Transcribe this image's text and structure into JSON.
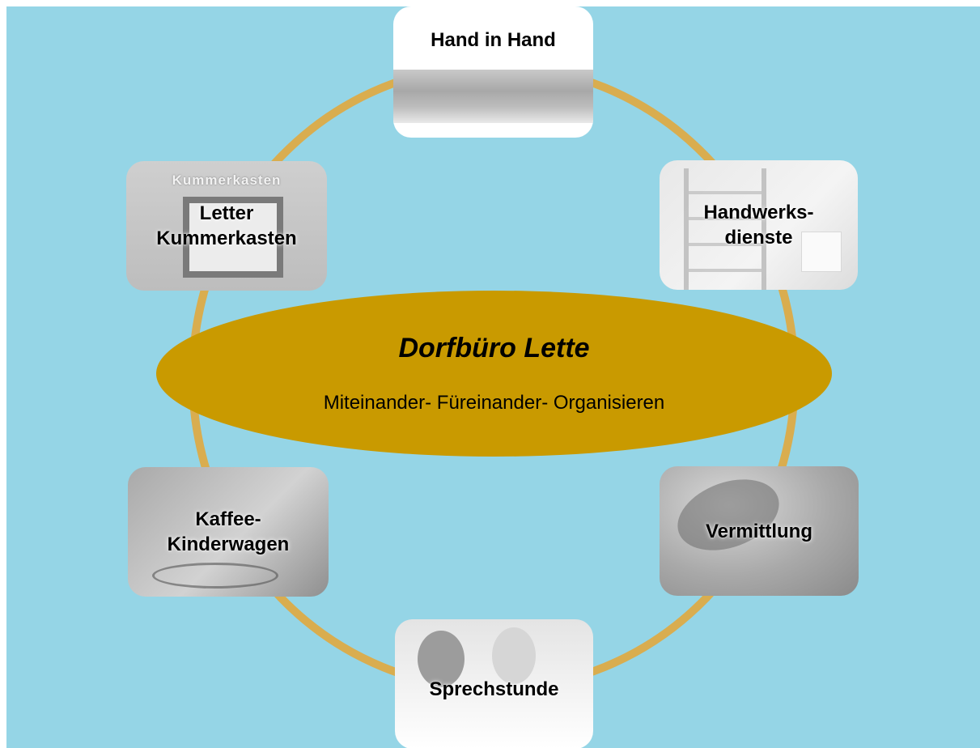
{
  "center": {
    "title": "Dorfbüro Lette",
    "subtitle": "Miteinander- Füreinander- Organisieren"
  },
  "nodes": [
    {
      "id": "hand",
      "label": "Hand in Hand"
    },
    {
      "id": "handwerk",
      "label": "Handwerks-\ndienste"
    },
    {
      "id": "vermittlung",
      "label": "Vermittlung"
    },
    {
      "id": "sprech",
      "label": "Sprechstunde"
    },
    {
      "id": "kaffee",
      "label": "Kaffee-\nKinderwagen"
    },
    {
      "id": "kummer",
      "label": "Letter\nKummerkasten",
      "image_text": "Kummerkasten"
    }
  ],
  "colors": {
    "background": "#95d5e6",
    "ring": "#d9ad4f",
    "center_fill": "#c99a00"
  }
}
